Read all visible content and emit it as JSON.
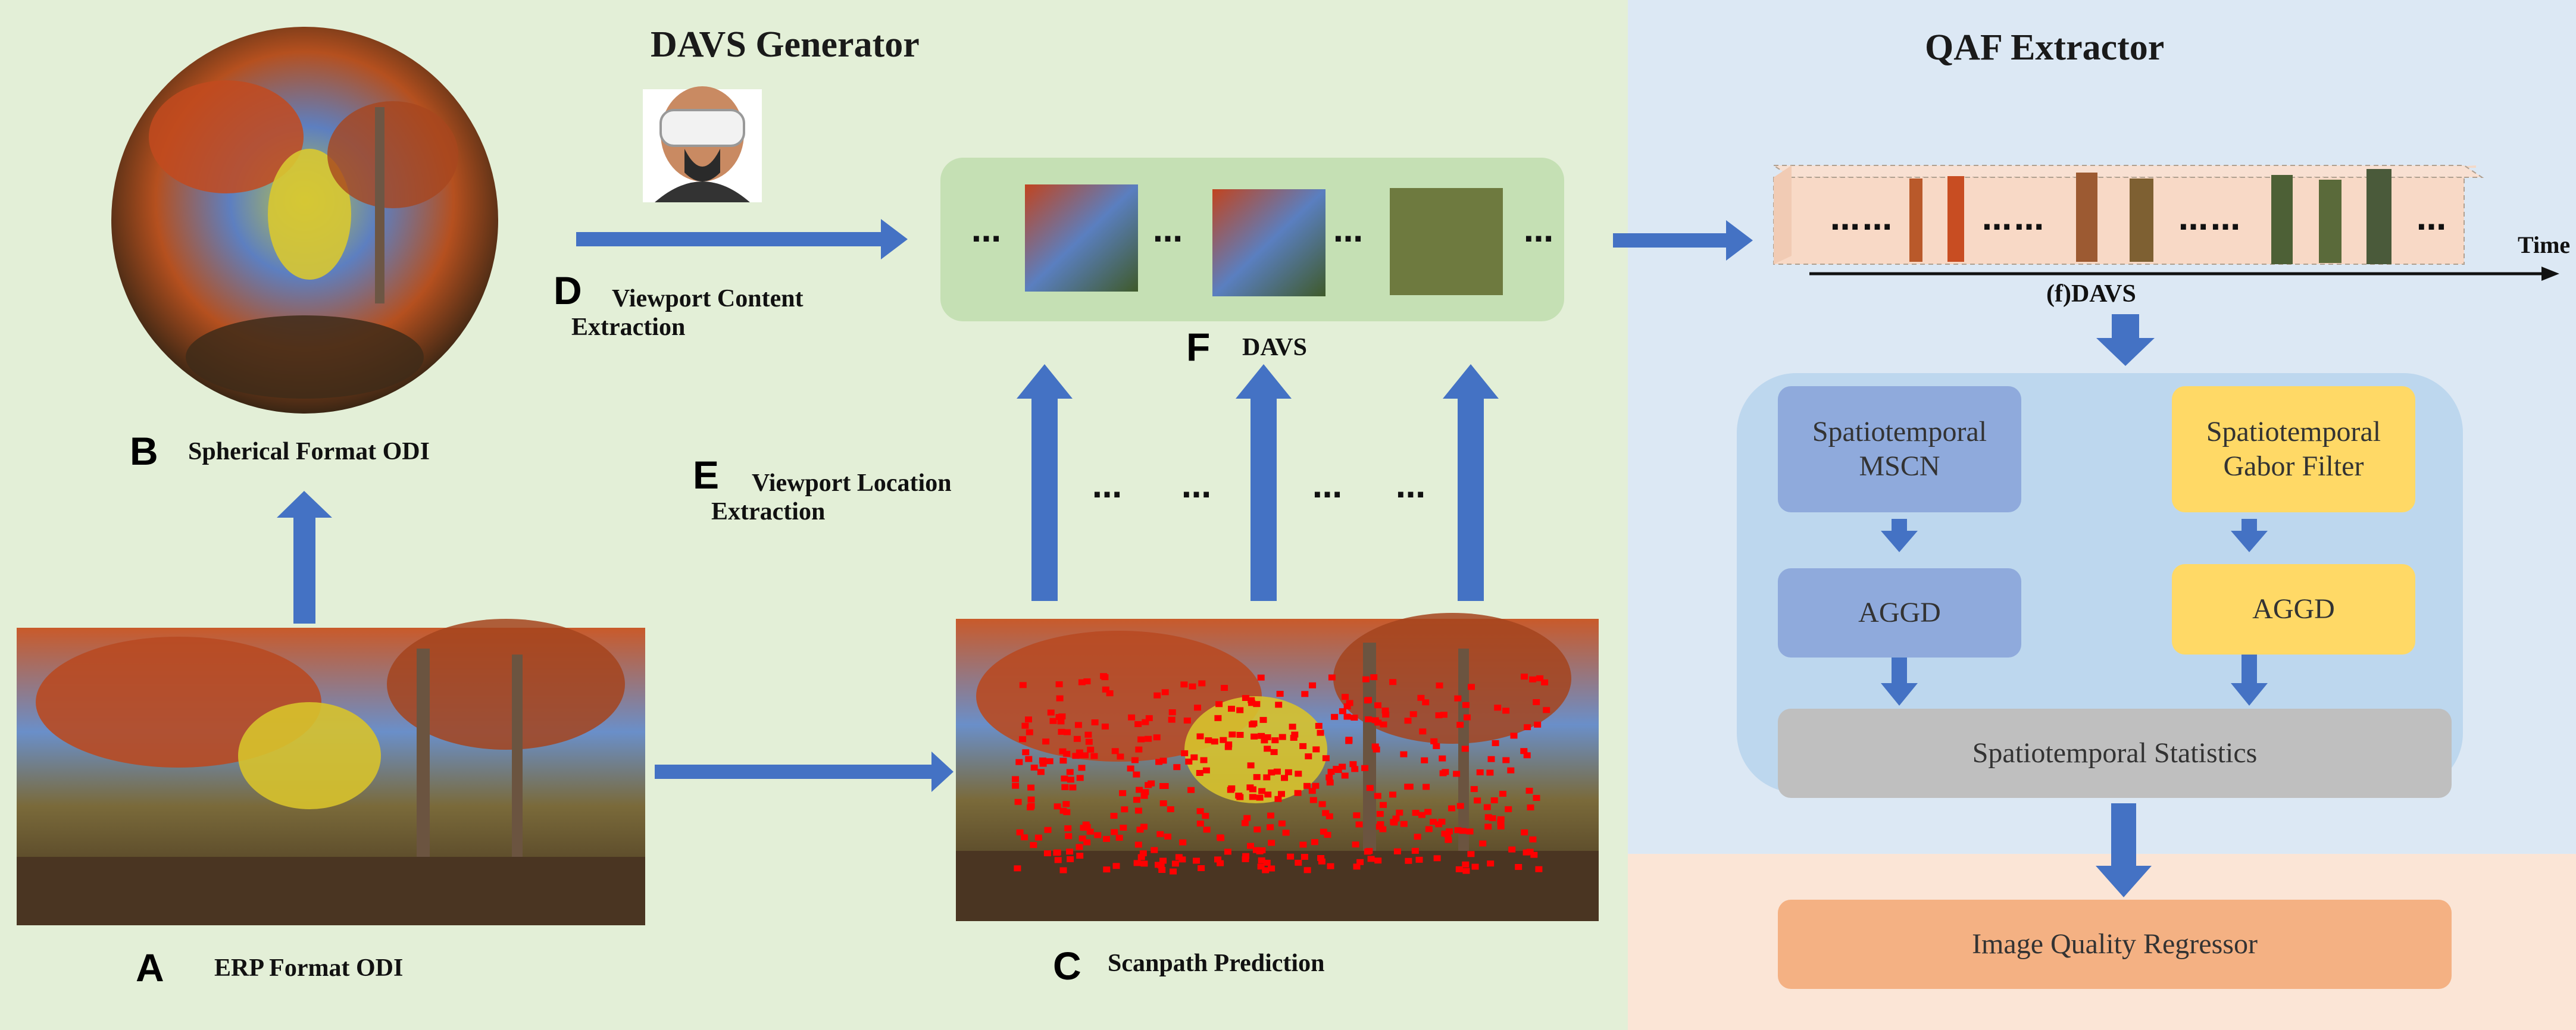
{
  "generator": {
    "title": "DAVS Generator"
  },
  "extractor": {
    "title": "QAF Extractor"
  },
  "labels": {
    "a_letter": "A",
    "a_text": "ERP Format ODI",
    "b_letter": "B",
    "b_text": "Spherical Format ODI",
    "c_letter": "C",
    "c_text": "Scanpath Prediction",
    "d_letter": "D",
    "d_text_1": "Viewport Content",
    "d_text_2": "Extraction",
    "e_letter": "E",
    "e_text_1": "Viewport Location",
    "e_text_2": "Extraction",
    "f_letter": "F",
    "f_text": "DAVS"
  },
  "ellipsis": "…",
  "davs_strip": {
    "dots": "………"
  },
  "fdavs": {
    "label": "(f)DAVS",
    "time_label": "Time",
    "dots": "……"
  },
  "blocks": {
    "mscn_1": "Spatiotemporal",
    "mscn_2": "MSCN",
    "gabor_1": "Spatiotemporal",
    "gabor_2": "Gabor Filter",
    "aggd_left": "AGGD",
    "aggd_right": "AGGD",
    "statistics": "Spatiotemporal Statistics",
    "regressor": "Image Quality Regressor"
  },
  "colors": {
    "generator_bg": "#e3efd7",
    "extractor_bg": "#dce8f4",
    "regressor_panel": "#fbe5d6",
    "arrow": "#4472c4",
    "davs_strip": "#c5e0b4",
    "feature_panel": "#bdd7ee",
    "mscn": "#8faadc",
    "gabor": "#ffd966",
    "stats": "#bfbfbf",
    "regressor": "#f4b183",
    "scanpath_points": "#ff0000"
  }
}
